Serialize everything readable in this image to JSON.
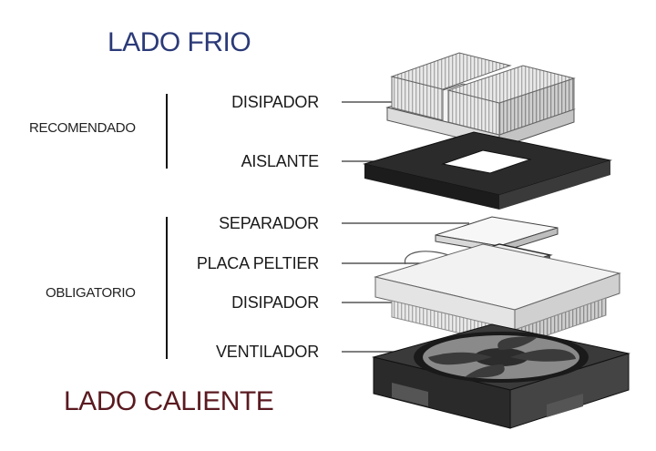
{
  "sides": {
    "cold": "LADO FRIO",
    "hot": "LADO CALIENTE"
  },
  "groups": {
    "recommended": "RECOMENDADO",
    "mandatory": "OBLIGATORIO"
  },
  "parts": [
    {
      "label": "DISIPADOR"
    },
    {
      "label": "AISLANTE"
    },
    {
      "label": "SEPARADOR"
    },
    {
      "label": "PLACA PELTIER"
    },
    {
      "label": "DISIPADOR"
    },
    {
      "label": "VENTILADOR"
    }
  ]
}
